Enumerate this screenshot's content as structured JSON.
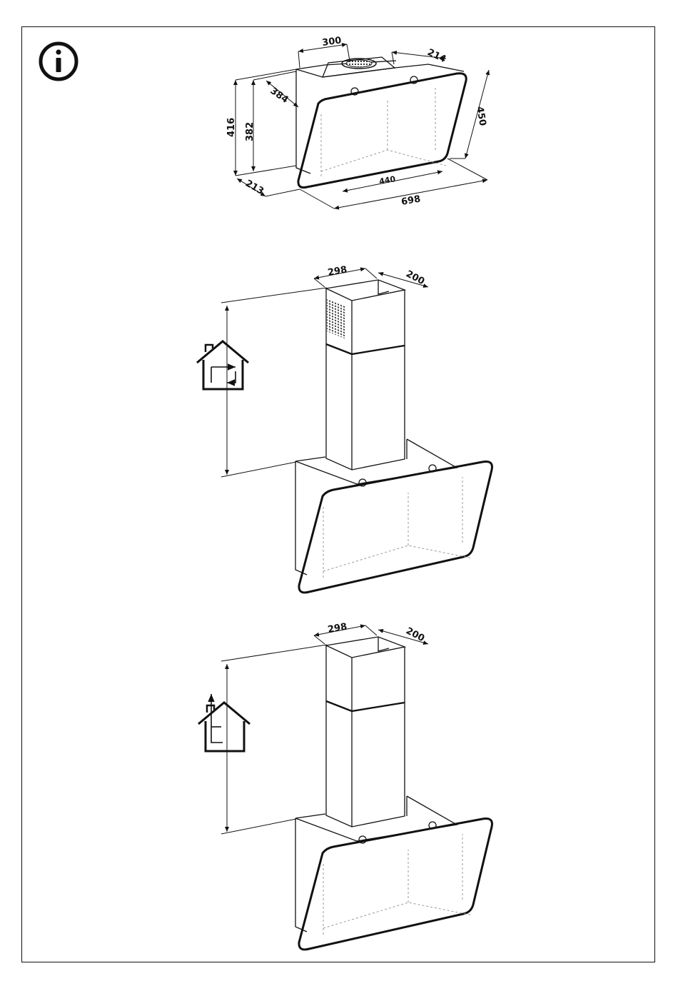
{
  "info_icon": "info-icon",
  "views": {
    "dimensions": {
      "top_width": "300",
      "top_depth": "214",
      "side_depth": "384",
      "overall_height": "416",
      "body_height": "382",
      "glass_height": "450",
      "bottom_depth": "213",
      "inner_width": "440",
      "overall_width": "698"
    },
    "recirculation": {
      "mode_icon": "house-recirculation-icon",
      "chimney_width": "298",
      "chimney_depth": "200"
    },
    "extraction": {
      "mode_icon": "house-extraction-icon",
      "chimney_width": "298",
      "chimney_depth": "200"
    }
  },
  "colors": {
    "line": "#111111",
    "hidden": "#9a9a9a",
    "paper": "#ffffff"
  }
}
